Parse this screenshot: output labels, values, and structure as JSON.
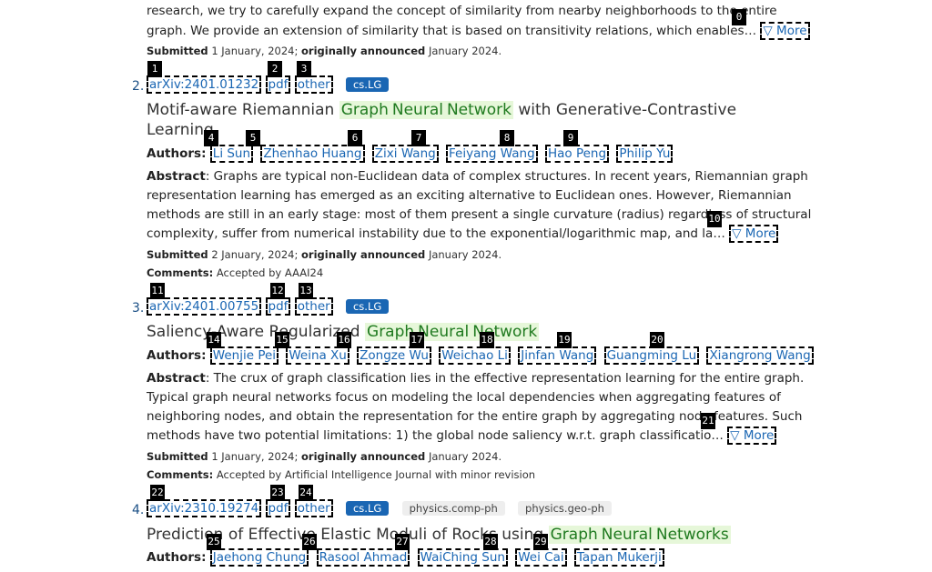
{
  "entry1": {
    "abstract_tail_1": "research, we try to carefully expand the concept of similarity from nearby neighborhoods to the entire",
    "abstract_tail_2": "graph. We provide an extension of similarity that is based on transitivity relations, which enables…",
    "more_label": "▽ More",
    "submitted_label": "Submitted",
    "submitted_date": "1 January, 2024;",
    "announced_label": "originally announced",
    "announced_date": "January 2024."
  },
  "entry2": {
    "number": "2.",
    "arxiv_id": "arXiv:2401.01232",
    "pdf": "pdf",
    "other": "other",
    "tag": "cs.LG",
    "title_pre": "Motif-aware Riemannian",
    "title_hl": [
      "Graph",
      "Neural",
      "Network"
    ],
    "title_post": "with Generative-Contrastive",
    "title_line2": "Learning",
    "authors_label": "Authors:",
    "authors": [
      "Li Sun",
      "Zhenhao Huang",
      "Zixi Wang",
      "Feiyang Wang",
      "Hao Peng",
      "Philip Yu"
    ],
    "abstract_label": "Abstract",
    "abstract_1": ": Graphs are typical non-Euclidean data of complex structures. In recent years, Riemannian graph",
    "abstract_2": "representation learning has emerged as an exciting alternative to Euclidean ones. However, Riemannian",
    "abstract_3": "methods are still in an early stage: most of them present a single curvature (radius) regardless of structural",
    "abstract_4": "complexity, suffer from numerical instability due to the exponential/logarithmic map, and la…",
    "more_label": "▽ More",
    "submitted_label": "Submitted",
    "submitted_date": "2 January, 2024;",
    "announced_label": "originally announced",
    "announced_date": "January 2024.",
    "comments_label": "Comments:",
    "comments": "Accepted by AAAI24"
  },
  "entry3": {
    "number": "3.",
    "arxiv_id": "arXiv:2401.00755",
    "pdf": "pdf",
    "other": "other",
    "tag": "cs.LG",
    "title_pre": "Saliency-Aware Regularized",
    "title_hl": [
      "Graph",
      "Neural",
      "Network"
    ],
    "authors_label": "Authors:",
    "authors": [
      "Wenjie Pei",
      "Weina Xu",
      "Zongze Wu",
      "Weichao Li",
      "Jinfan Wang",
      "Guangming Lu",
      "Xiangrong Wang"
    ],
    "abstract_label": "Abstract",
    "abstract_1": ": The crux of graph classification lies in the effective representation learning for the entire graph.",
    "abstract_2": "Typical graph neural networks focus on modeling the local dependencies when aggregating features of",
    "abstract_3": "neighboring nodes, and obtain the representation for the entire graph by aggregating node features. Such",
    "abstract_4": "methods have two potential limitations: 1) the global node saliency w.r.t. graph classificatio…",
    "more_label": "▽ More",
    "submitted_label": "Submitted",
    "submitted_date": "1 January, 2024;",
    "announced_label": "originally announced",
    "announced_date": "January 2024.",
    "comments_label": "Comments:",
    "comments": "Accepted by Artificial Intelligence Journal with minor revision"
  },
  "entry4": {
    "number": "4.",
    "arxiv_id": "arXiv:2310.19274",
    "pdf": "pdf",
    "other": "other",
    "tag": "cs.LG",
    "tag2": "physics.comp-ph",
    "tag3": "physics.geo-ph",
    "title_pre": "Prediction of Effective Elastic Moduli of Rocks using",
    "title_hl": [
      "Graph",
      "Neural",
      "Networks"
    ],
    "authors_label": "Authors:",
    "authors": [
      "Jaehong Chung",
      "Rasool Ahmad",
      "WaiChing Sun",
      "Wei Cai",
      "Tapan Mukerji"
    ]
  },
  "markers": [
    "0",
    "1",
    "2",
    "3",
    "4",
    "5",
    "6",
    "7",
    "8",
    "9",
    "10",
    "11",
    "12",
    "13",
    "14",
    "15",
    "16",
    "17",
    "18",
    "19",
    "20",
    "21",
    "22",
    "23",
    "24",
    "25",
    "26",
    "27",
    "28",
    "29"
  ]
}
